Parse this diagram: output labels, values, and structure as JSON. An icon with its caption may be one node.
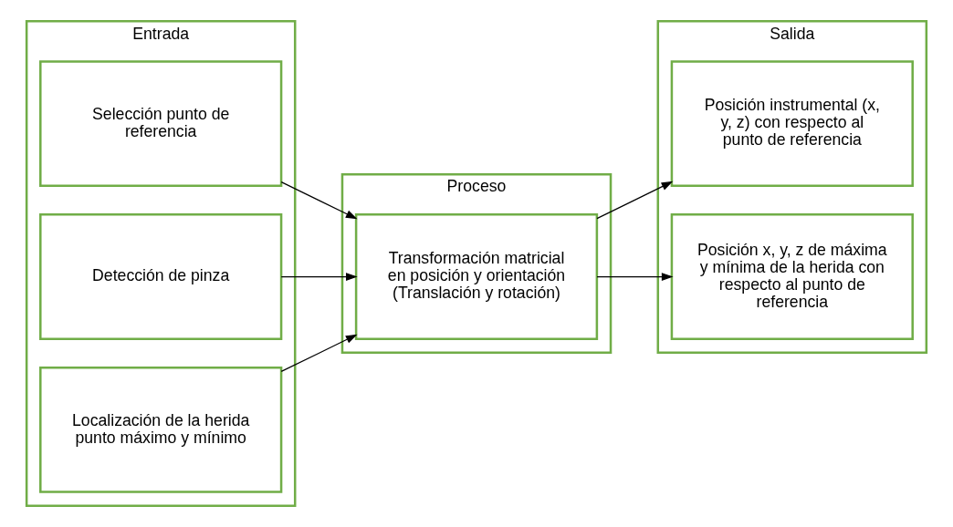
{
  "diagram": {
    "nodes": [
      {
        "text": [
          "Entrada"
        ]
      },
      {
        "text": [
          "Selección punto de referencia"
        ],
        "in": 0
      },
      {
        "text": [
          "Detección de pinza"
        ],
        "in": 0
      },
      {
        "text": [
          "Localización de la herida punto máximo y mínimo"
        ],
        "in": 0
      },
      {
        "text": [
          "Proceso"
        ]
      },
      {
        "text": [
          "Transformación matricial en posición y orientación (Translación y rotación)"
        ],
        "in": 4
      },
      {
        "text": [
          "Salida"
        ]
      },
      {
        "text": [
          "Posición instrumental (x, y, z) con respecto al punto de referencia"
        ],
        "in": 6
      },
      {
        "text": [
          "Posición x, y, z de máxima y mínima de la herida con respecto al punto de referencia"
        ],
        "in": 6
      }
    ],
    "edges": [
      {
        "from": 1,
        "to": 5,
        "arrow": "to"
      },
      {
        "from": 2,
        "to": 5,
        "arrow": "to"
      },
      {
        "from": 3,
        "to": 5,
        "arrow": "to"
      },
      {
        "from": 5,
        "to": 7,
        "arrow": "to"
      },
      {
        "from": 5,
        "to": 8,
        "arrow": "to"
      }
    ]
  }
}
